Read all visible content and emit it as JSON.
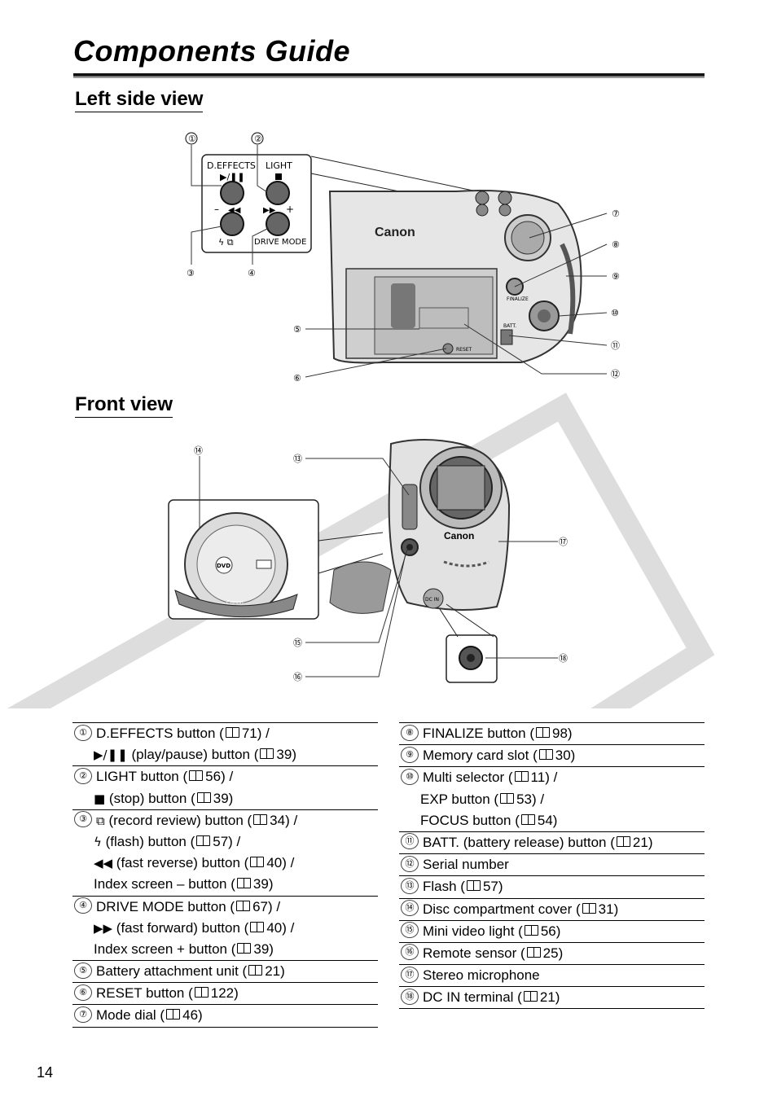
{
  "page": {
    "title": "Components Guide",
    "number": "14"
  },
  "sections": {
    "left_side_view": "Left side view",
    "front_view": "Front view"
  },
  "diagram_labels": {
    "d_effects": "D.EFFECTS",
    "light": "LIGHT",
    "drive_mode": "DRIVE MODE",
    "brand": "Canon",
    "finalize": "FINALIZE",
    "reset": "RESET",
    "batt": "BATT.",
    "dc_in": "DC IN",
    "dvd": "DVD",
    "minus": "–",
    "plus": "+"
  },
  "callouts": [
    "①",
    "②",
    "③",
    "④",
    "⑤",
    "⑥",
    "⑦",
    "⑧",
    "⑨",
    "⑩",
    "⑪",
    "⑫",
    "⑬",
    "⑭",
    "⑮",
    "⑯",
    "⑰",
    "⑱"
  ],
  "table_left": [
    {
      "num": "①",
      "lines": [
        {
          "pre": "D.EFFECTS button (",
          "ref": "71",
          "post": ") /"
        },
        {
          "sym": "▶/❚❚",
          "pre": " (play/pause) button (",
          "ref": "39",
          "post": ")"
        }
      ]
    },
    {
      "num": "②",
      "lines": [
        {
          "pre": "LIGHT button (",
          "ref": "56",
          "post": ") /"
        },
        {
          "sym": "■",
          "pre": " (stop) button (",
          "ref": "39",
          "post": ")"
        }
      ]
    },
    {
      "num": "③",
      "lines": [
        {
          "sym": "⧉",
          "pre": " (record review) button (",
          "ref": "34",
          "post": ") /"
        },
        {
          "sym": "ϟ",
          "pre": " (flash) button (",
          "ref": "57",
          "post": ") /"
        },
        {
          "sym": "◀◀",
          "pre": " (fast reverse) button (",
          "ref": "40",
          "post": ") /"
        },
        {
          "pre": "Index screen – button (",
          "ref": "39",
          "post": ")"
        }
      ]
    },
    {
      "num": "④",
      "lines": [
        {
          "pre": "DRIVE MODE button (",
          "ref": "67",
          "post": ") /"
        },
        {
          "sym": "▶▶",
          "pre": " (fast forward) button (",
          "ref": "40",
          "post": ") /"
        },
        {
          "pre": "Index screen + button (",
          "ref": "39",
          "post": ")"
        }
      ]
    },
    {
      "num": "⑤",
      "lines": [
        {
          "pre": "Battery attachment unit (",
          "ref": "21",
          "post": ")"
        }
      ]
    },
    {
      "num": "⑥",
      "lines": [
        {
          "pre": "RESET button (",
          "ref": "122",
          "post": ")"
        }
      ]
    },
    {
      "num": "⑦",
      "lines": [
        {
          "pre": "Mode dial (",
          "ref": "46",
          "post": ")"
        }
      ]
    }
  ],
  "table_right": [
    {
      "num": "⑧",
      "lines": [
        {
          "pre": "FINALIZE button (",
          "ref": "98",
          "post": ")"
        }
      ]
    },
    {
      "num": "⑨",
      "lines": [
        {
          "pre": "Memory card slot (",
          "ref": "30",
          "post": ")"
        }
      ]
    },
    {
      "num": "⑩",
      "lines": [
        {
          "pre": "Multi selector (",
          "ref": "11",
          "post": ") /"
        },
        {
          "pre": "EXP button (",
          "ref": "53",
          "post": ") /"
        },
        {
          "pre": "FOCUS button (",
          "ref": "54",
          "post": ")"
        }
      ]
    },
    {
      "num": "⑪",
      "lines": [
        {
          "pre": "BATT. (battery release) button (",
          "ref": "21",
          "post": ")"
        }
      ]
    },
    {
      "num": "⑫",
      "lines": [
        {
          "pre": "Serial number"
        }
      ]
    },
    {
      "num": "⑬",
      "lines": [
        {
          "pre": "Flash (",
          "ref": "57",
          "post": ")"
        }
      ]
    },
    {
      "num": "⑭",
      "lines": [
        {
          "pre": "Disc compartment cover (",
          "ref": "31",
          "post": ")"
        }
      ]
    },
    {
      "num": "⑮",
      "lines": [
        {
          "pre": "Mini video light (",
          "ref": "56",
          "post": ")"
        }
      ]
    },
    {
      "num": "⑯",
      "lines": [
        {
          "pre": "Remote sensor (",
          "ref": "25",
          "post": ")"
        }
      ]
    },
    {
      "num": "⑰",
      "lines": [
        {
          "pre": "Stereo microphone"
        }
      ]
    },
    {
      "num": "⑱",
      "lines": [
        {
          "pre": "DC IN terminal (",
          "ref": "21",
          "post": ")"
        }
      ]
    }
  ]
}
